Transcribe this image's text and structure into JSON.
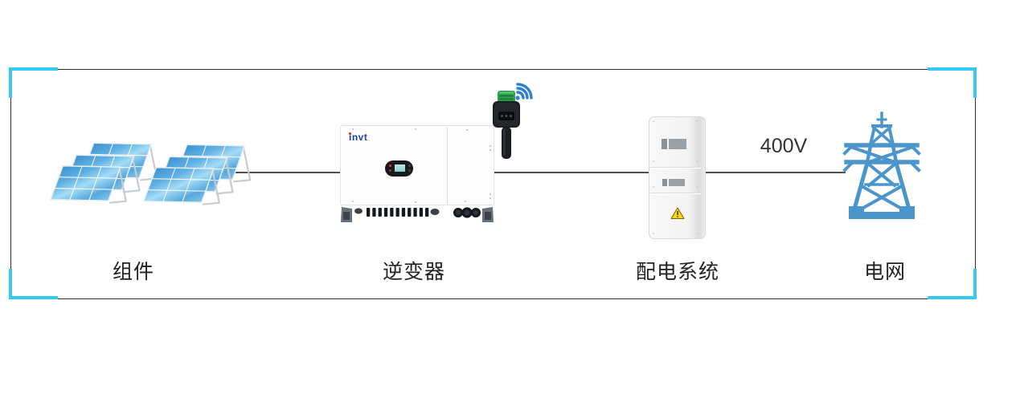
{
  "diagram": {
    "description_domain": "solar-pv-system-flow",
    "nodes": [
      {
        "id": "panels",
        "label": "组件",
        "icon": "solar-panel-array-icon"
      },
      {
        "id": "inverter",
        "label": "逆变器",
        "icon": "inverter-icon",
        "logo": "invt"
      },
      {
        "id": "distribution",
        "label": "配电系统",
        "icon": "distribution-cabinet-icon"
      },
      {
        "id": "grid",
        "label": "电网",
        "icon": "power-tower-icon"
      }
    ],
    "connections": [
      {
        "from": "distribution",
        "to": "grid",
        "label": "400V"
      }
    ],
    "accessories": [
      {
        "id": "wifi-dongle",
        "icon": "wifi-dongle-icon",
        "signal_icon": "wifi-signal-icon"
      },
      {
        "id": "warning",
        "icon": "warning-triangle-icon"
      }
    ],
    "colors": {
      "corner_accent": "#35c9f8",
      "frame_border": "#2e2e2e",
      "connector_line": "#4f4f4f",
      "tower_blue": "#4a96cc",
      "wifi_blue": "#2b7fd4",
      "panel_blue": "#2e86c8",
      "dongle_green": "#2da44e",
      "warning_yellow": "#f8d818",
      "inverter_logo_blue": "#21409a"
    }
  }
}
